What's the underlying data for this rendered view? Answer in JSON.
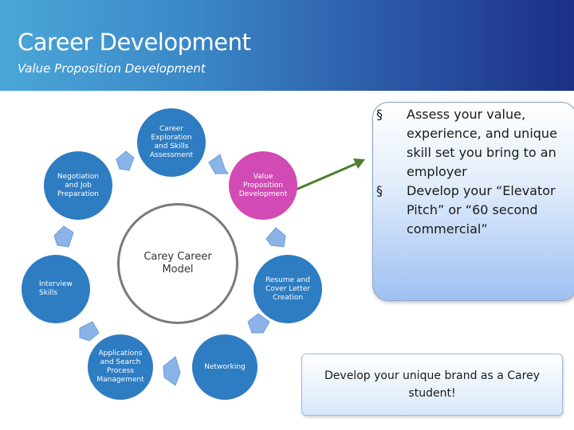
{
  "header": {
    "title": "Career Development",
    "subtitle": "Value Proposition Development"
  },
  "cycle": {
    "center_label": "Carey Career Model",
    "nodes": [
      {
        "label": "Career Exploration and Skills Assessment",
        "color": "#2e7cc1"
      },
      {
        "label": "Value Proposition Development",
        "color": "#d24bb4"
      },
      {
        "label": "Resume and Cover Letter Creation",
        "color": "#2e7cc1"
      },
      {
        "label": "Networking",
        "color": "#2e7cc1"
      },
      {
        "label": "Applications and Search Process Management",
        "color": "#2e7cc1"
      },
      {
        "label": "Interview Skills",
        "color": "#2e7cc1"
      },
      {
        "label": "Negotiation and Job Preparation",
        "color": "#2e7cc1"
      }
    ]
  },
  "callout": {
    "bullet_marker": "§",
    "bullets": [
      "Assess your value, experience, and unique skill set you bring to an employer",
      "Develop your “Elevator Pitch” or “60 second commercial”"
    ]
  },
  "bottom_box": {
    "text": "Develop your unique brand as a Carey student!"
  },
  "colors": {
    "arrow_green": "#4e7d2e",
    "chevron": "#8ab4e8"
  }
}
